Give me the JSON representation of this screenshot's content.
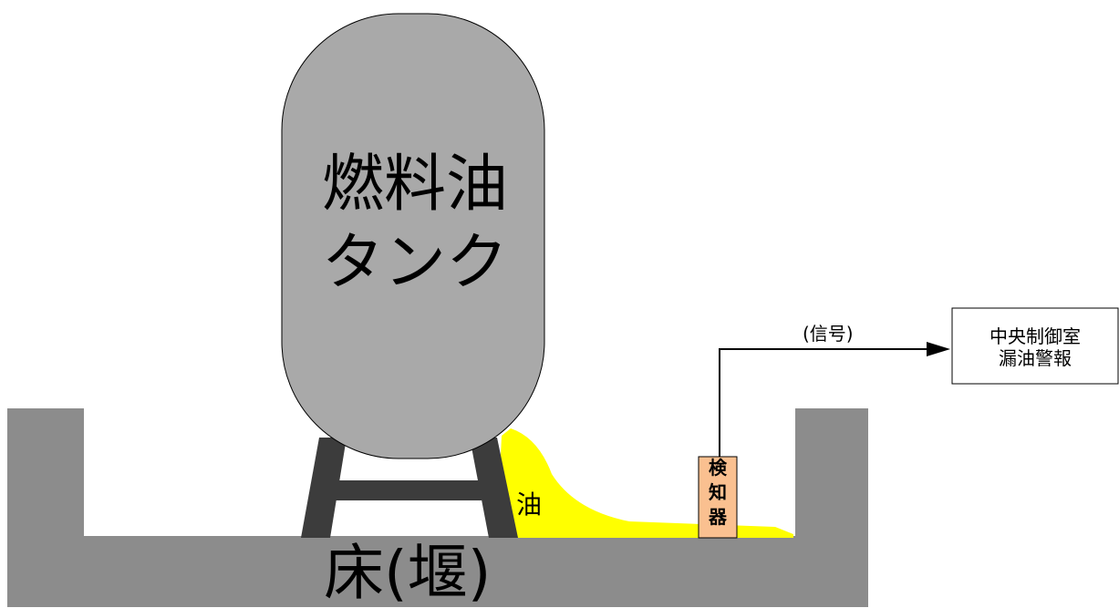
{
  "tank": {
    "line1": "燃料油",
    "line2": "タンク",
    "color": "#a9a9a9"
  },
  "oil": {
    "label": "油",
    "color": "#ffff00"
  },
  "floor": {
    "label": "床(堰)",
    "color": "#8c8c8c"
  },
  "signal": {
    "label": "(信号)"
  },
  "detector": {
    "chars": [
      "検",
      "知",
      "器"
    ],
    "color": "#fac090"
  },
  "alarm": {
    "line1": "中央制御室",
    "line2": "漏油警報"
  },
  "legs": {
    "color": "#3c3c3c"
  }
}
